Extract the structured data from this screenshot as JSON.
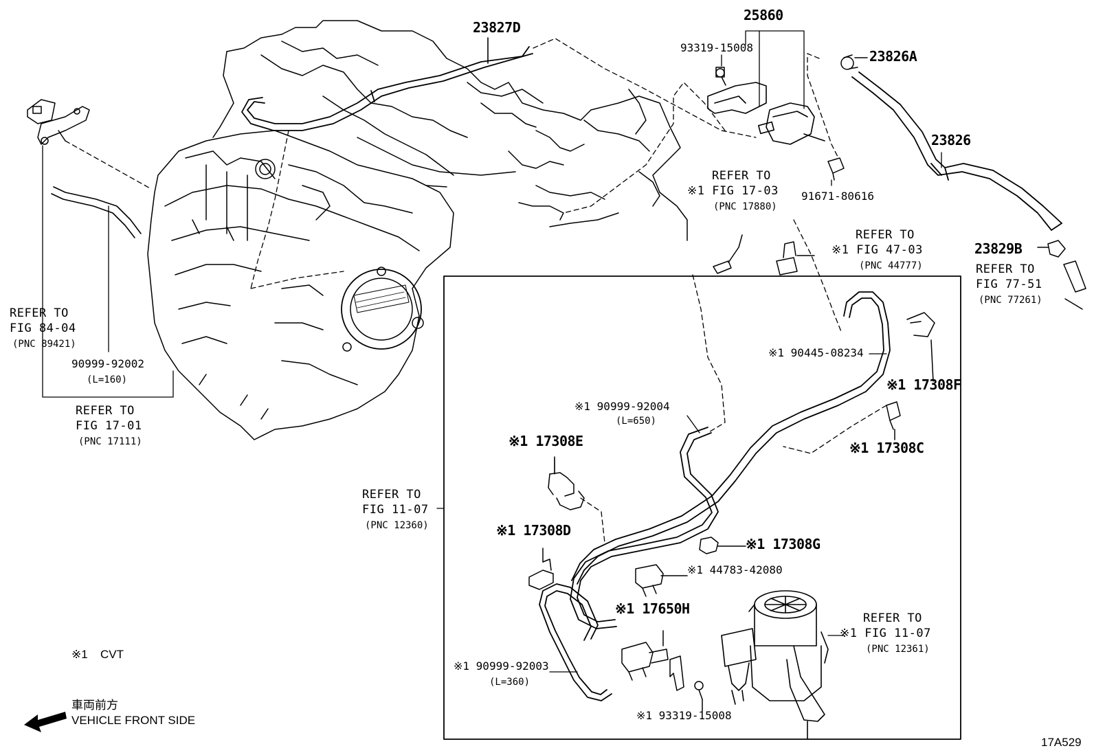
{
  "figure_id": "17A529",
  "legend": {
    "mark": "※1",
    "text": "CVT"
  },
  "direction": {
    "jp": "車両前方",
    "en": "VEHICLE FRONT SIDE"
  },
  "parts": {
    "p23827D": "23827D",
    "p25860": "25860",
    "p93319_top": "93319-15008",
    "p23826A": "23826A",
    "p23826": "23826",
    "p91671": "91671-80616",
    "p23829B": "23829B",
    "p90999_92002": "90999-92002",
    "p90999_92002_len": "(L=160)",
    "p90445": "※1 90445-08234",
    "p17308F": "※1 17308F",
    "p90999_92004": "※1 90999-92004",
    "p90999_92004_len": "(L=650)",
    "p17308C": "※1 17308C",
    "p17308E": "※1 17308E",
    "p17308D": "※1 17308D",
    "p17308G": "※1 17308G",
    "p44783": "※1 44783-42080",
    "p17650H": "※1 17650H",
    "p90999_92003": "※1 90999-92003",
    "p90999_92003_len": "(L=360)",
    "p93319_bot": "※1 93319-15008"
  },
  "refs": {
    "fig84": {
      "l1": "REFER TO",
      "l2": "FIG 84-04",
      "l3": "(PNC 89421)"
    },
    "fig1701": {
      "l1": "REFER TO",
      "l2": "FIG 17-01",
      "l3": "(PNC 17111)"
    },
    "fig1703": {
      "l1": "REFER TO",
      "l2": "※1 FIG 17-03",
      "l3": "(PNC 17880)"
    },
    "fig4703": {
      "l1": "REFER TO",
      "l2": "※1 FIG 47-03",
      "l3": "(PNC 44777)"
    },
    "fig7751": {
      "l1": "REFER TO",
      "l2": "FIG 77-51",
      "l3": "(PNC 77261)"
    },
    "fig1107a": {
      "l1": "REFER TO",
      "l2": "FIG 11-07",
      "l3": "(PNC 12360)"
    },
    "fig1107b": {
      "l1": "REFER TO",
      "l2": "※1 FIG 11-07",
      "l3": "(PNC 12361)"
    }
  }
}
